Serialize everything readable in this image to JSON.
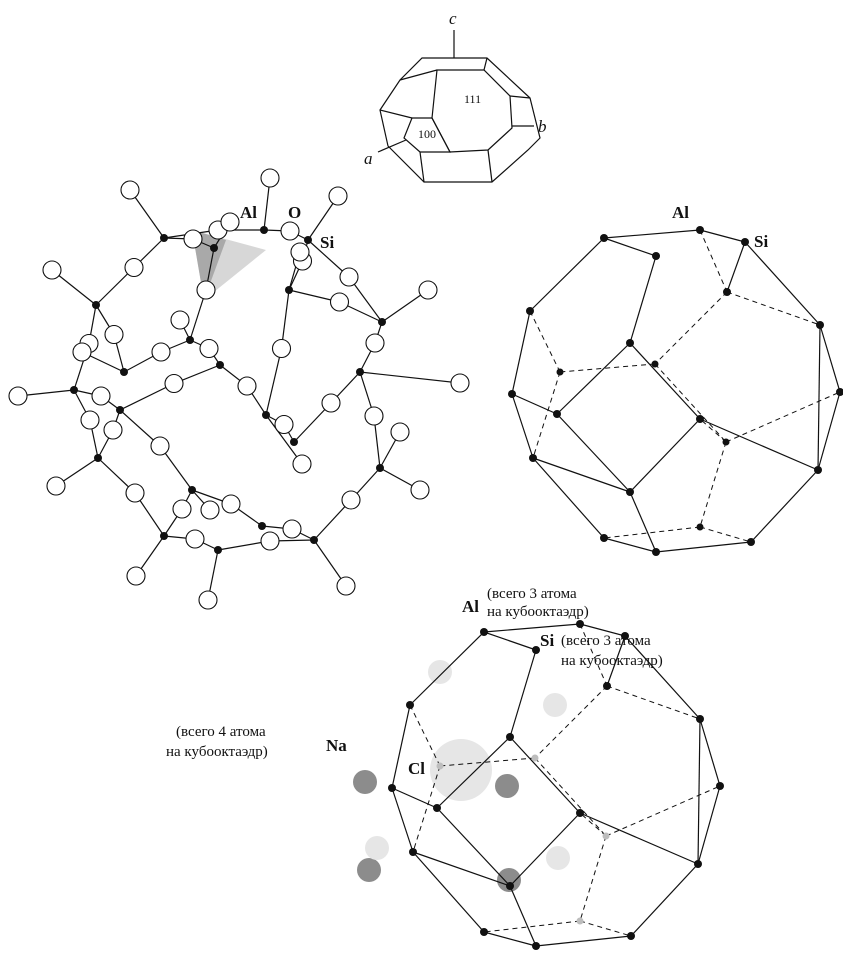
{
  "top_polyhedron": {
    "axis_a": "a",
    "axis_b": "b",
    "axis_c": "c",
    "face_100": "100",
    "face_111": "111"
  },
  "framework": {
    "label_al": "Al",
    "label_o": "O",
    "label_si": "Si"
  },
  "skeleton": {
    "label_al": "Al",
    "label_si": "Si"
  },
  "sodalite": {
    "label_al": "Al",
    "al_note_line1": "(всего 3 атома",
    "al_note_line2": "на кубооктаэдр)",
    "label_si": "Si",
    "si_note_line1": "(всего 3 атома",
    "si_note_line2": "на кубооктаэдр)",
    "label_na": "Na",
    "na_note_line1": "(всего 4 атома",
    "na_note_line2": "на кубооктаэдр)",
    "label_cl": "Cl"
  },
  "colors": {
    "line": "#111111",
    "atom_dark": "#111111",
    "hidden_atom": "#bdbdbd",
    "na_sphere": "#8c8c8c",
    "cl_sphere": "#e6e6e6",
    "tetrahedron": "#c8c8c8"
  }
}
